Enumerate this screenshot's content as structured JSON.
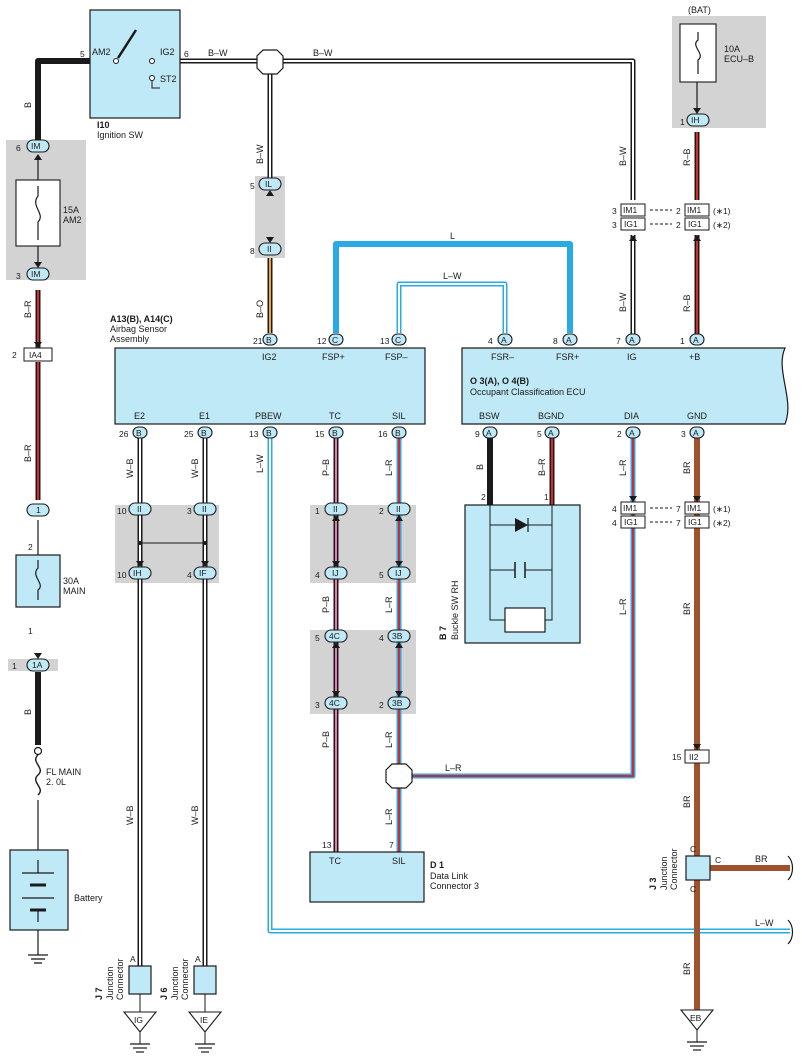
{
  "colors": {
    "B": "#1a1a1a",
    "W": "#ffffff",
    "R": "#d8282b",
    "BR": "#a0522d",
    "L": "#2aaae2",
    "P": "#e87ab0",
    "O": "#f5a623",
    "component": "#bfe9f7",
    "gray": "#d3d3d3"
  },
  "components": {
    "ignition_sw": {
      "ref": "I10",
      "name": "Ignition SW",
      "t_am2": "AM2",
      "t_ig2": "IG2",
      "t_st2": "ST2",
      "pin_am2": "5",
      "pin_ig2": "6"
    },
    "bat_label": "(BAT)",
    "fuse_ecub": {
      "amp": "10A",
      "name": "ECU–B"
    },
    "fuse_am2": {
      "amp": "15A",
      "name": "AM2"
    },
    "fuse_main": {
      "amp": "30A",
      "name": "MAIN"
    },
    "fl_main": {
      "line1": "FL MAIN",
      "line2": "2. 0L"
    },
    "battery": "Battery",
    "airbag": {
      "ref": "A13(B), A14(C)",
      "name1": "Airbag Sensor",
      "name2": "Assembly",
      "top_pins": [
        {
          "n": "21",
          "c": "B",
          "t": "IG2"
        },
        {
          "n": "12",
          "c": "C",
          "t": "FSP+"
        },
        {
          "n": "13",
          "c": "C",
          "t": "FSP–"
        }
      ],
      "bottom_pins": [
        {
          "n": "26",
          "c": "B",
          "t": "E2"
        },
        {
          "n": "25",
          "c": "B",
          "t": "E1"
        },
        {
          "n": "13",
          "c": "B",
          "t": "PBEW"
        },
        {
          "n": "15",
          "c": "B",
          "t": "TC"
        },
        {
          "n": "16",
          "c": "B",
          "t": "SIL"
        }
      ]
    },
    "occ_ecu": {
      "ref": "O 3(A), O 4(B)",
      "name": "Occupant Classification ECU",
      "top_pins": [
        {
          "n": "4",
          "c": "A",
          "t": "FSR–"
        },
        {
          "n": "8",
          "c": "A",
          "t": "FSR+"
        },
        {
          "n": "7",
          "c": "A",
          "t": "IG"
        },
        {
          "n": "1",
          "c": "A",
          "t": "+B"
        }
      ],
      "bottom_pins": [
        {
          "n": "9",
          "c": "A",
          "t": "BSW"
        },
        {
          "n": "5",
          "c": "A",
          "t": "BGND"
        },
        {
          "n": "2",
          "c": "A",
          "t": "DIA"
        },
        {
          "n": "3",
          "c": "A",
          "t": "GND"
        }
      ]
    },
    "buckle_sw": {
      "ref": "B 7",
      "name": "Buckle SW RH",
      "pin_left": "2",
      "pin_right": "1"
    },
    "dlc": {
      "ref": "D 1",
      "name1": "Data Link",
      "name2": "Connector 3",
      "t_tc": "TC",
      "t_sil": "SIL",
      "pin_tc": "13",
      "pin_sil": "7"
    },
    "j7": {
      "ref": "J 7",
      "name1": "Junction",
      "name2": "Connector",
      "pin": "A",
      "ground": "IG"
    },
    "j6": {
      "ref": "J 6",
      "name1": "Junction",
      "name2": "Connector",
      "pin": "A",
      "ground": "IE"
    },
    "j3": {
      "ref": "J 3",
      "name1": "Junction",
      "name2": "Connector",
      "c_top": "C",
      "c_right": "C",
      "c_bottom": "C"
    },
    "eb_ground": "EB"
  },
  "wire_labels": {
    "bw": "B–W",
    "b": "B",
    "br_red": "B–R",
    "br": "BR",
    "l": "L",
    "lw": "L–W",
    "lr": "L–R",
    "wb": "W–B",
    "pb": "P–B",
    "bo": "B–O",
    "rb": "R–B"
  },
  "connectors": {
    "im_top": {
      "pin": "6",
      "code": "IM"
    },
    "im_bot": {
      "pin": "3",
      "code": "IM"
    },
    "ia4": {
      "pin": "2",
      "code": "IA4"
    },
    "c1": {
      "pin": "1",
      "code": "1",
      "pin_below": "2",
      "pin_after": "1"
    },
    "c1a": {
      "pin": "1",
      "code": "1A"
    },
    "il": {
      "pin": "5",
      "code": "IL"
    },
    "ii_bo": {
      "pin": "8",
      "code": "II"
    },
    "ih_bat": {
      "pin": "1",
      "code": "IH"
    },
    "im1_top": {
      "pin_l": "3",
      "code": "IM1",
      "pin_r": "2",
      "note": "(∗1)"
    },
    "ig1_top": {
      "pin_l": "3",
      "code": "IG1",
      "pin_r": "2",
      "note": "(∗2)"
    },
    "im1_bot": {
      "pin_l": "4",
      "code": "IM1",
      "pin_r": "7",
      "note": "(∗1)"
    },
    "ig1_bot": {
      "pin_l": "4",
      "code": "IG1",
      "pin_r": "7",
      "note": "(∗2)"
    },
    "ii_e2": {
      "pin": "10",
      "code": "II"
    },
    "ii_e1": {
      "pin": "3",
      "code": "II"
    },
    "ih_e2": {
      "pin": "10",
      "code": "IH"
    },
    "if_e1": {
      "pin": "4",
      "code": "IF"
    },
    "ii_tc": {
      "pin": "1",
      "code": "II"
    },
    "ii_sil": {
      "pin": "2",
      "code": "II"
    },
    "ij_tc": {
      "pin": "4",
      "code": "IJ"
    },
    "ij_sil": {
      "pin": "5",
      "code": "IJ"
    },
    "c4c_top": {
      "pin": "5",
      "code": "4C"
    },
    "c3b_top": {
      "pin": "4",
      "code": "3B"
    },
    "c4c_bot": {
      "pin": "3",
      "code": "4C"
    },
    "c3b_bot": {
      "pin": "2",
      "code": "3B"
    },
    "ii2": {
      "pin": "15",
      "code": "II2"
    }
  }
}
